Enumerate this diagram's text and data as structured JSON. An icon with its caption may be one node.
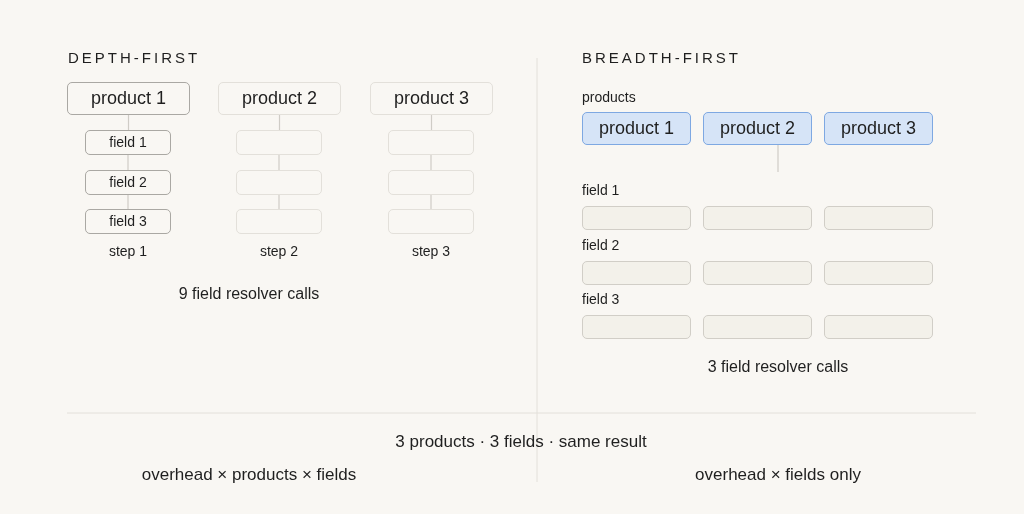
{
  "diagram": {
    "nodes": [
      {
        "text": [
          "product 1"
        ]
      },
      {
        "text": [
          "field 1"
        ]
      },
      {
        "text": [
          "field 2"
        ]
      },
      {
        "text": [
          "field 3"
        ]
      },
      {
        "text": [
          "product 2"
        ]
      },
      {
        "text": [],
        "shape": "box"
      },
      {
        "text": [],
        "shape": "box"
      },
      {
        "text": [],
        "shape": "box"
      },
      {
        "text": [
          "product 3"
        ]
      },
      {
        "text": [],
        "shape": "box"
      },
      {
        "text": [],
        "shape": "box"
      },
      {
        "text": [],
        "shape": "box"
      },
      {
        "text": [
          "product 1"
        ]
      },
      {
        "text": [
          "product 2"
        ]
      },
      {
        "text": [
          "product 3"
        ]
      },
      {
        "text": [],
        "shape": "box"
      },
      {
        "text": [],
        "shape": "box"
      },
      {
        "text": [],
        "shape": "box"
      },
      {
        "text": [],
        "shape": "box"
      },
      {
        "text": [],
        "shape": "box"
      },
      {
        "text": [],
        "shape": "box"
      },
      {
        "text": [],
        "shape": "box"
      },
      {
        "text": [],
        "shape": "box"
      },
      {
        "text": [],
        "shape": "box"
      }
    ],
    "edges": [
      {
        "from": 0,
        "to": 1,
        "arrow": "none"
      },
      {
        "from": 1,
        "to": 2,
        "arrow": "none"
      },
      {
        "from": 2,
        "to": 3,
        "arrow": "none"
      },
      {
        "from": 4,
        "to": 5,
        "arrow": "none"
      },
      {
        "from": 5,
        "to": 6,
        "arrow": "none"
      },
      {
        "from": 6,
        "to": 7,
        "arrow": "none"
      },
      {
        "from": 8,
        "to": 9,
        "arrow": "none"
      },
      {
        "from": 9,
        "to": 10,
        "arrow": "none"
      },
      {
        "from": 10,
        "to": 11,
        "arrow": "none"
      },
      {
        "from": 13,
        "to": null,
        "arrow": "none"
      }
    ],
    "labels": [
      "DEPTH-FIRST",
      "BREADTH-FIRST",
      "products",
      "step 1",
      "step 2",
      "step 3",
      "field 1",
      "field 2",
      "9 field resolver calls",
      "field 3",
      "3 field resolver calls",
      "3 products · 3 fields · same result",
      "overhead × products × fields",
      "overhead × fields only"
    ]
  }
}
